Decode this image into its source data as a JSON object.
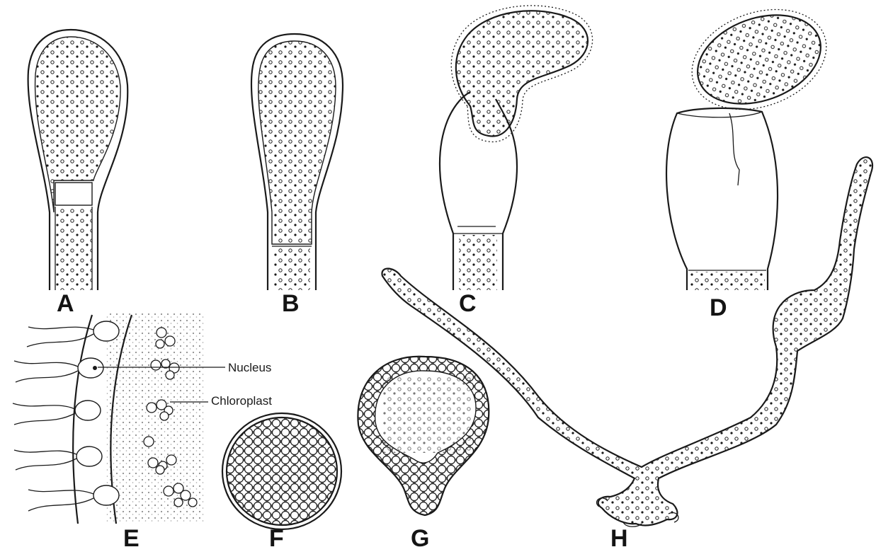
{
  "panels": [
    {
      "id": "A",
      "label": "A"
    },
    {
      "id": "B",
      "label": "B"
    },
    {
      "id": "C",
      "label": "C"
    },
    {
      "id": "D",
      "label": "D"
    },
    {
      "id": "E",
      "label": "E"
    },
    {
      "id": "F",
      "label": "F"
    },
    {
      "id": "G",
      "label": "G"
    },
    {
      "id": "H",
      "label": "H"
    }
  ],
  "annotations": {
    "nucleus": "Nucleus",
    "chloroplast": "Chloroplast"
  }
}
